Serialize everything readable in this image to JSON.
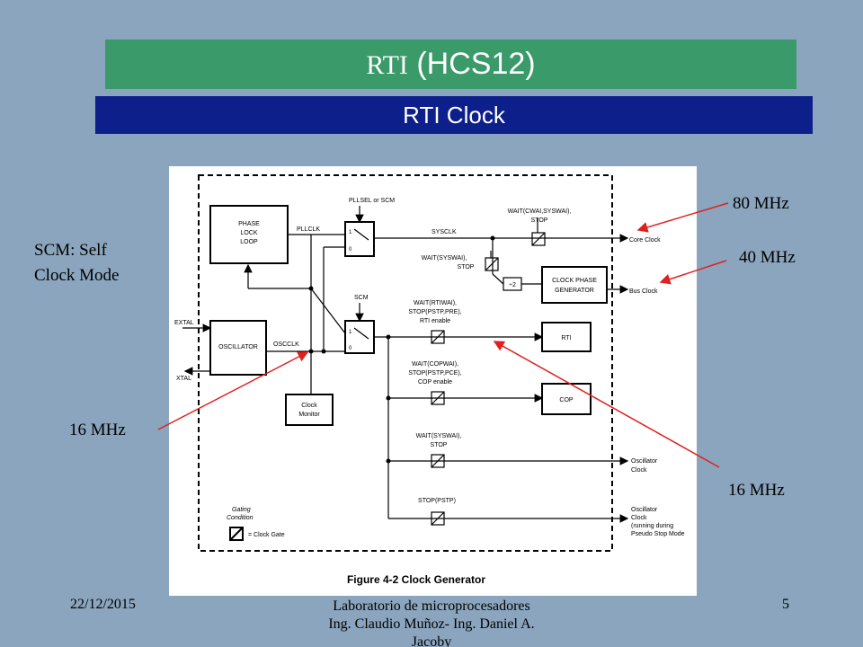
{
  "title": {
    "part1": "RTI",
    "part2": "(HCS12)"
  },
  "subtitle": "RTI Clock",
  "annotations": {
    "scm_line1": "SCM: Self",
    "scm_line2": "Clock Mode",
    "freq_80": "80 MHz",
    "freq_40": "40 MHz",
    "freq_16_left": "16 MHz",
    "freq_16_right": "16 MHz"
  },
  "figure": {
    "caption": "Figure 4-2  Clock Generator",
    "pll": [
      "PHASE",
      "LOCK",
      "LOOP"
    ],
    "pllclk": "PLLCLK",
    "pllsel": "PLLSEL or SCM",
    "scm": "SCM",
    "extal": "EXTAL",
    "xtal": "XTAL",
    "oscillator": "OSCILLATOR",
    "oscclk": "OSCCLK",
    "clock_monitor": [
      "Clock",
      "Monitor"
    ],
    "sysclk": "SYSCLK",
    "wait_cwai": [
      "WAIT(CWAI,SYSWAI),",
      "STOP"
    ],
    "wait_syswai1": [
      "WAIT(SYSWAI),",
      "STOP"
    ],
    "div2": "÷2",
    "clock_phase_gen": [
      "CLOCK PHASE",
      "GENERATOR"
    ],
    "core_clock": "Core Clock",
    "bus_clock": "Bus Clock",
    "wait_rtiwai": [
      "WAIT(RTIWAI),",
      "STOP(PSTP,PRE),",
      "RTI enable"
    ],
    "rti": "RTI",
    "wait_copwai": [
      "WAIT(COPWAI),",
      "STOP(PSTP,PCE),",
      "COP enable"
    ],
    "cop": "COP",
    "wait_syswai2": [
      "WAIT(SYSWAI),",
      "STOP"
    ],
    "oscillator_clock": [
      "Oscillator",
      "Clock"
    ],
    "stop_pstp": "STOP(PSTP)",
    "osc_clock_pseudo": [
      "Oscillator",
      "Clock",
      "(running during",
      "Pseudo Stop Mode"
    ],
    "gating": [
      "Gating",
      "Condition"
    ],
    "clock_gate": "= Clock Gate",
    "mux_1": "1",
    "mux_0": "0"
  },
  "footer": {
    "date": "22/12/2015",
    "center_line1": "Laboratorio de microprocesadores",
    "center_line2": "Ing. Claudio Muñoz- Ing. Daniel A.",
    "center_line3": "Jacoby",
    "page": "5"
  },
  "colors": {
    "background": "#8aa5bd",
    "title_bar": "#3a9a6a",
    "subtitle_bar": "#0d1f8a",
    "annotation_lines": "#e0201e"
  }
}
